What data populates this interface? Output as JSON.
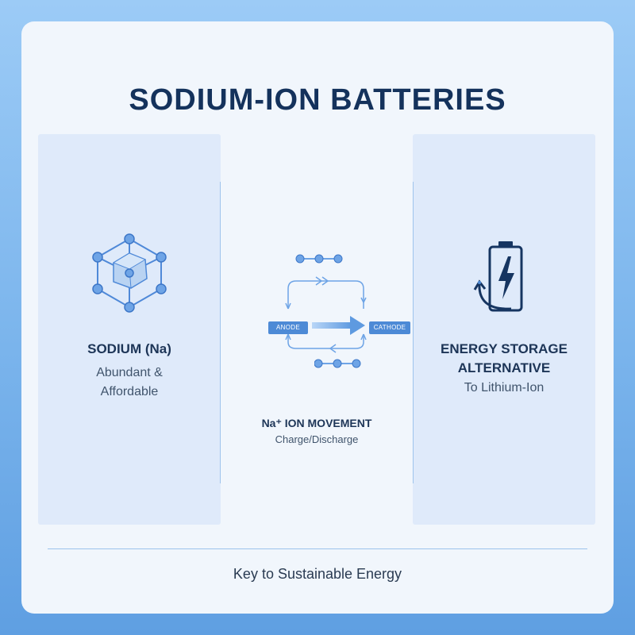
{
  "title": "SODIUM-ION BATTERIES",
  "left": {
    "heading": "SODIUM (Na)",
    "sub_lines": [
      "Abundant &",
      "Affordable"
    ],
    "icon": "molecule-icon"
  },
  "center": {
    "anode_label": "ANODE",
    "cathode_label": "CATHODE",
    "heading": "Na⁺ ION MOVEMENT",
    "sub": "Charge/Discharge",
    "icon": "ion-flow-icon"
  },
  "right": {
    "heading_lines": [
      "ENERGY STORAGE",
      "ALTERNATIVE"
    ],
    "sub": "To Lithium-Ion",
    "icon": "battery-charging-icon"
  },
  "footer": "Key to Sustainable Energy",
  "colors": {
    "accent": "#4d8ad6",
    "dark": "#14325c",
    "panel": "#dfeafa",
    "background": "#7ab4ec"
  }
}
